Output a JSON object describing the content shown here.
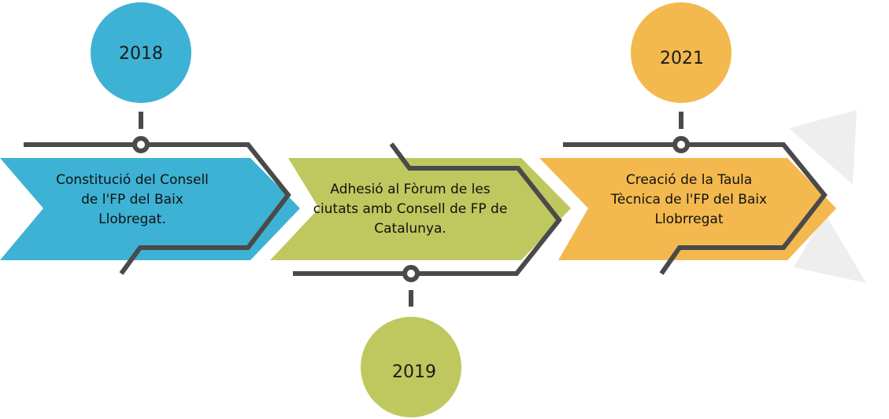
{
  "colors": {
    "blue": "#3db2d4",
    "green": "#bec85e",
    "orange": "#f3b94e",
    "line": "#4a4a4a",
    "deco": "#eeeeee"
  },
  "milestones": [
    {
      "year": "2018",
      "lines": [
        "Constitució del Consell",
        "de l'FP del Baix",
        "Llobregat."
      ]
    },
    {
      "year": "2019",
      "lines": [
        "Adhesió al Fòrum de les",
        "ciutats amb Consell de FP de",
        "Catalunya."
      ]
    },
    {
      "year": "2021",
      "lines": [
        "Creació de la Taula",
        "Tècnica de l'FP del Baix",
        "Llobrregat"
      ]
    }
  ]
}
